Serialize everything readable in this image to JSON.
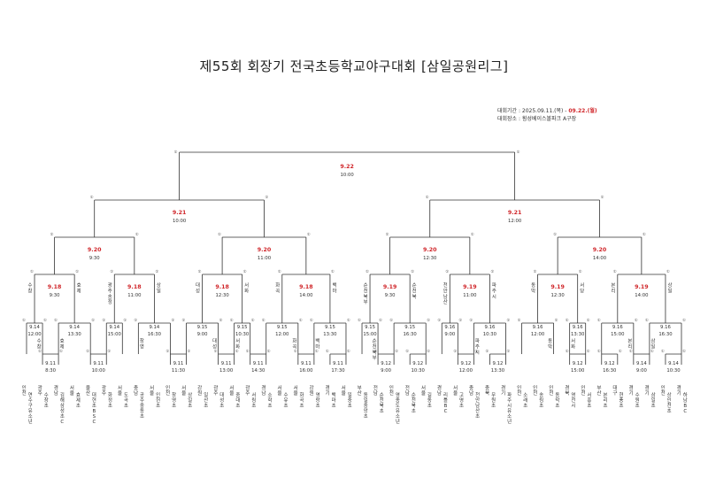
{
  "header": {
    "title": "제55회 회장기 전국초등학교야구대회 [삼일공원리그]",
    "period_label": "대회기간 : 2025.09.11.(목) - ",
    "period_end": "09.22.(월)",
    "venue": "대회장소 : 횡성베이스볼파크 A구장"
  },
  "bracket": {
    "final": {
      "date": "9.22",
      "time": "10:00",
      "seed_left": "①",
      "seed_right": "①"
    },
    "semis": [
      {
        "date": "9.21",
        "time": "10:00"
      },
      {
        "date": "9.21",
        "time": "12:00"
      }
    ],
    "quarters": [
      {
        "date": "9.20",
        "time": "9:30"
      },
      {
        "date": "9.20",
        "time": "11:00"
      },
      {
        "date": "9.20",
        "time": "12:30"
      },
      {
        "date": "9.20",
        "time": "14:00"
      }
    ],
    "r16": [
      {
        "date": "9.18",
        "time": "9:30",
        "left": "수창",
        "right": "효제"
      },
      {
        "date": "9.18",
        "time": "11:00",
        "left": "광주송정",
        "right": "상일"
      },
      {
        "date": "9.18",
        "time": "12:30",
        "left": "대성",
        "right": "서화"
      },
      {
        "date": "9.18",
        "time": "14:00",
        "left": "화곡",
        "right": "백마"
      },
      {
        "date": "9.19",
        "time": "9:30",
        "left": "순천북부",
        "right": "순천북"
      },
      {
        "date": "9.19",
        "time": "11:00",
        "left": "천안남산",
        "right": "파주시"
      },
      {
        "date": "9.19",
        "time": "12:30",
        "left": "동막",
        "right": "서당"
      },
      {
        "date": "9.19",
        "time": "14:00",
        "left": "본리",
        "right": "상일"
      }
    ],
    "r32": [
      {
        "date": "9.14",
        "time": "12:00"
      },
      {
        "date": "9.14",
        "time": "13:30"
      },
      {
        "date": "9.14",
        "time": "15:00"
      },
      {
        "date": "9.14",
        "time": "16:30"
      },
      {
        "date": "9.15",
        "time": "9:00"
      },
      {
        "date": "9.15",
        "time": "10:30"
      },
      {
        "date": "9.15",
        "time": "12:00"
      },
      {
        "date": "9.15",
        "time": "13:30"
      },
      {
        "date": "9.15",
        "time": "15:00"
      },
      {
        "date": "9.15",
        "time": "16:30"
      },
      {
        "date": "9.16",
        "time": "9:00"
      },
      {
        "date": "9.16",
        "time": "10:30"
      },
      {
        "date": "9.16",
        "time": "12:00"
      },
      {
        "date": "9.16",
        "time": "13:30"
      },
      {
        "date": "9.16",
        "time": "15:00"
      },
      {
        "date": "9.16",
        "time": "16:30"
      }
    ],
    "r64": [
      {
        "date": "9.11",
        "time": "8:30"
      },
      {
        "date": "9.11",
        "time": "10:00"
      },
      {
        "date": "9.11",
        "time": "11:30"
      },
      {
        "date": "9.11",
        "time": "13:00"
      },
      {
        "date": "9.11",
        "time": "14:30"
      },
      {
        "date": "9.11",
        "time": "16:00"
      },
      {
        "date": "9.11",
        "time": "17:30"
      },
      {
        "date": "9.12",
        "time": "9:00"
      },
      {
        "date": "9.12",
        "time": "10:30"
      },
      {
        "date": "9.12",
        "time": "12:00"
      },
      {
        "date": "9.12",
        "time": "13:30"
      },
      {
        "date": "9.12",
        "time": "15:00"
      },
      {
        "date": "9.12",
        "time": "16:30"
      },
      {
        "date": "9.14",
        "time": "9:00"
      },
      {
        "date": "9.14",
        "time": "10:30"
      }
    ],
    "r32_labels": [
      {
        "idx": 0,
        "text": "수창",
        "side": "right"
      },
      {
        "idx": 1,
        "text": "효제",
        "side": "left"
      },
      {
        "idx": 3,
        "text": "창영",
        "side": "left"
      },
      {
        "idx": 4,
        "text": "대성",
        "side": "right"
      },
      {
        "idx": 5,
        "text": "서화",
        "side": "left"
      },
      {
        "idx": 6,
        "text": "화곡",
        "side": "right"
      },
      {
        "idx": 7,
        "text": "백마",
        "side": "left"
      },
      {
        "idx": 8,
        "text": "순천북부",
        "side": "right"
      },
      {
        "idx": 11,
        "text": "파주시",
        "side": "left"
      },
      {
        "idx": 12,
        "text": "동막",
        "side": "right"
      },
      {
        "idx": 13,
        "text": "서화",
        "side": "left"
      },
      {
        "idx": 14,
        "text": "본리",
        "side": "right"
      },
      {
        "idx": 15,
        "text": "삼일",
        "side": "left"
      }
    ],
    "teams": [
      {
        "region": "인천",
        "name": "연수구유소년"
      },
      {
        "region": "광주",
        "name": "수창초"
      },
      {
        "region": "경남",
        "name": "김해삼성초C"
      },
      {
        "region": "서울",
        "name": "효제초"
      },
      {
        "region": "울산",
        "name": "대현초BSC"
      },
      {
        "region": "광주",
        "name": "화정초"
      },
      {
        "region": "서울",
        "name": "도곡초"
      },
      {
        "region": "충남",
        "name": "공주중동초"
      },
      {
        "region": "서울",
        "name": "인헌초"
      },
      {
        "region": "인천",
        "name": "창영초"
      },
      {
        "region": "서울",
        "name": "상일초"
      },
      {
        "region": "강원",
        "name": "일산초"
      },
      {
        "region": "광주",
        "name": "대성초"
      },
      {
        "region": "서울",
        "name": "중대초"
      },
      {
        "region": "광주",
        "name": "서림초"
      },
      {
        "region": "경남",
        "name": "소학초"
      },
      {
        "region": "서울",
        "name": "수유초"
      },
      {
        "region": "서울",
        "name": "화곡초"
      },
      {
        "region": "강원",
        "name": "영랑초"
      },
      {
        "region": "경기",
        "name": "백마초"
      },
      {
        "region": "서울",
        "name": "일중초"
      },
      {
        "region": "부산",
        "name": "동일중앙초"
      },
      {
        "region": "전남",
        "name": "순천북초"
      },
      {
        "region": "인천",
        "name": "영종도유소년"
      },
      {
        "region": "전남",
        "name": "순천북초"
      },
      {
        "region": "서울",
        "name": "길동초"
      },
      {
        "region": "경남",
        "name": "리틀BC"
      },
      {
        "region": "서울",
        "name": "고명초"
      },
      {
        "region": "충남",
        "name": "천안남산초"
      },
      {
        "region": "충북",
        "name": "무원초"
      },
      {
        "region": "경기",
        "name": "파주시유소년"
      },
      {
        "region": "인천",
        "name": "소래초"
      },
      {
        "region": "인천",
        "name": "송림초"
      },
      {
        "region": "인천",
        "name": "동막초"
      },
      {
        "region": "경북",
        "name": "영천시"
      },
      {
        "region": "인천",
        "name": "서흥초"
      },
      {
        "region": "부산",
        "name": "본리초"
      },
      {
        "region": "대구",
        "name": "현풍초"
      },
      {
        "region": "경기",
        "name": "수원초"
      },
      {
        "region": "경기",
        "name": "삼일초"
      },
      {
        "region": "인천",
        "name": "상인천초"
      },
      {
        "region": "경기",
        "name": "하남BC"
      }
    ]
  }
}
